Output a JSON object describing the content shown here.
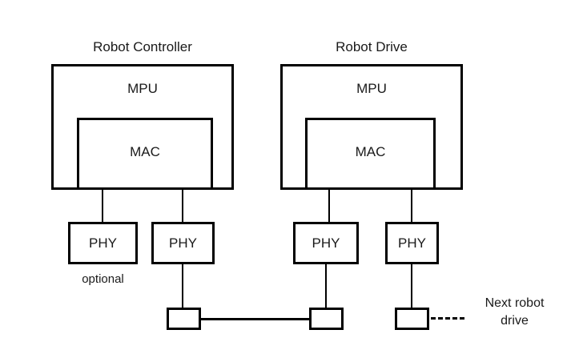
{
  "diagram": {
    "title_left": "Robot Controller",
    "title_right": "Robot Drive",
    "groups": [
      {
        "name": "robot-controller",
        "outer_box_label": "MPU",
        "inner_box_label": "MAC",
        "phy_left_label": "PHY",
        "phy_right_label": "PHY",
        "optional_note": "optional"
      },
      {
        "name": "robot-drive",
        "outer_box_label": "MPU",
        "inner_box_label": "MAC",
        "phy_left_label": "PHY",
        "phy_right_label": "PHY"
      }
    ],
    "next_node_label_line1": "Next robot",
    "next_node_label_line2": "drive",
    "colors": {
      "stroke": "#000000",
      "text": "#1a1a1a",
      "background": "#ffffff"
    }
  }
}
